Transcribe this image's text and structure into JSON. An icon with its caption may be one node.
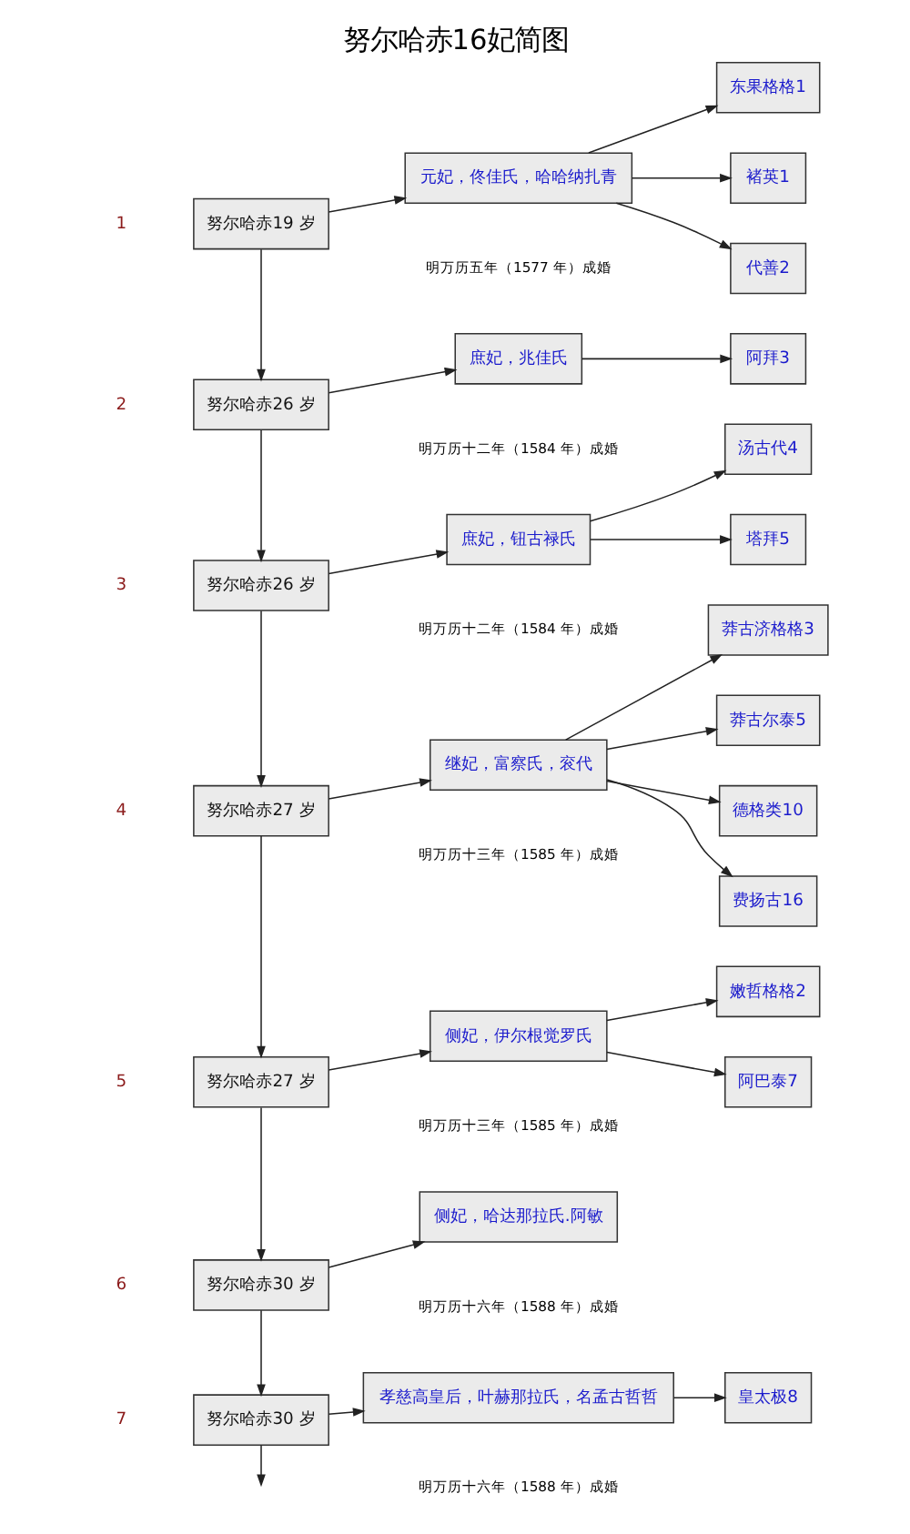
{
  "diagram": {
    "title": "努尔哈赤16妃简图",
    "nodes": [
      {
        "text": [
          "努尔哈赤19 岁"
        ]
      },
      {
        "text": [
          "元妃，佟佳氏，哈哈纳扎青"
        ]
      },
      {
        "text": [
          "东果格格1"
        ]
      },
      {
        "text": [
          "褚英1"
        ]
      },
      {
        "text": [
          "代善2"
        ]
      },
      {
        "text": [
          "努尔哈赤26 岁"
        ]
      },
      {
        "text": [
          "庶妃，兆佳氏"
        ]
      },
      {
        "text": [
          "阿拜3"
        ]
      },
      {
        "text": [
          "努尔哈赤26 岁"
        ]
      },
      {
        "text": [
          "庶妃，钮古禄氏"
        ]
      },
      {
        "text": [
          "汤古代4"
        ]
      },
      {
        "text": [
          "塔拜5"
        ]
      },
      {
        "text": [
          "努尔哈赤27 岁"
        ]
      },
      {
        "text": [
          "继妃，富察氏，衮代"
        ]
      },
      {
        "text": [
          "莽古济格格3"
        ]
      },
      {
        "text": [
          "莽古尔泰5"
        ]
      },
      {
        "text": [
          "德格类10"
        ]
      },
      {
        "text": [
          "费扬古16"
        ]
      },
      {
        "text": [
          "努尔哈赤27 岁"
        ]
      },
      {
        "text": [
          "侧妃，伊尔根觉罗氏"
        ]
      },
      {
        "text": [
          "嫩哲格格2"
        ]
      },
      {
        "text": [
          "阿巴泰7"
        ]
      },
      {
        "text": [
          "努尔哈赤30 岁"
        ]
      },
      {
        "text": [
          "侧妃，哈达那拉氏.阿敏"
        ]
      },
      {
        "text": [
          "努尔哈赤30 岁"
        ]
      },
      {
        "text": [
          "孝慈高皇后，叶赫那拉氏，名孟古哲哲"
        ]
      },
      {
        "text": [
          "皇太极8"
        ]
      }
    ],
    "edges": [
      {
        "from": 0,
        "to": 1,
        "arrow": "to"
      },
      {
        "from": 1,
        "to": 2,
        "arrow": "to"
      },
      {
        "from": 1,
        "to": 3,
        "arrow": "to"
      },
      {
        "from": 1,
        "to": 4,
        "arrow": "to"
      },
      {
        "from": 0,
        "to": 5,
        "arrow": "to"
      },
      {
        "from": 5,
        "to": 6,
        "arrow": "to"
      },
      {
        "from": 6,
        "to": 7,
        "arrow": "to"
      },
      {
        "from": 5,
        "to": 8,
        "arrow": "to"
      },
      {
        "from": 8,
        "to": 9,
        "arrow": "to"
      },
      {
        "from": 9,
        "to": 10,
        "arrow": "to"
      },
      {
        "from": 9,
        "to": 11,
        "arrow": "to"
      },
      {
        "from": 8,
        "to": 12,
        "arrow": "to"
      },
      {
        "from": 12,
        "to": 13,
        "arrow": "to"
      },
      {
        "from": 13,
        "to": 14,
        "arrow": "to"
      },
      {
        "from": 13,
        "to": 15,
        "arrow": "to"
      },
      {
        "from": 13,
        "to": 16,
        "arrow": "to"
      },
      {
        "from": 13,
        "to": 17,
        "arrow": "to"
      },
      {
        "from": 12,
        "to": 18,
        "arrow": "to"
      },
      {
        "from": 18,
        "to": 19,
        "arrow": "to"
      },
      {
        "from": 19,
        "to": 20,
        "arrow": "to"
      },
      {
        "from": 19,
        "to": 21,
        "arrow": "to"
      },
      {
        "from": 18,
        "to": 22,
        "arrow": "to"
      },
      {
        "from": 22,
        "to": 23,
        "arrow": "to"
      },
      {
        "from": 22,
        "to": 24,
        "arrow": "to"
      },
      {
        "from": 24,
        "to": 25,
        "arrow": "to"
      },
      {
        "from": 25,
        "to": 26,
        "arrow": "to"
      },
      {
        "from": 24,
        "to": null,
        "arrow": "to"
      }
    ],
    "labels": [
      "1",
      "明万历五年（1577 年）成婚",
      "2",
      "明万历十二年（1584 年）成婚",
      "3",
      "明万历十二年（1584 年）成婚",
      "4",
      "明万历十三年（1585 年）成婚",
      "5",
      "明万历十三年（1585 年）成婚",
      "6",
      "明万历十六年（1588 年）成婚",
      "7",
      "明万历十六年（1588 年）成婚"
    ]
  }
}
